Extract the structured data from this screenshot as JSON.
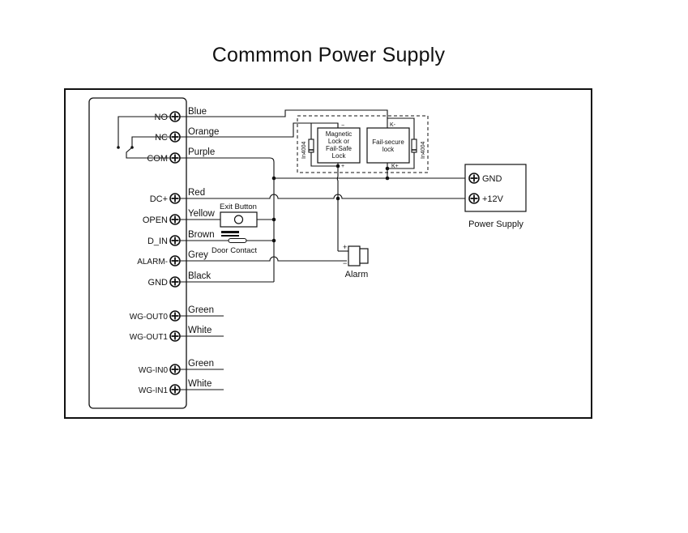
{
  "title": "Commmon Power Supply",
  "terminals": {
    "no": "NO",
    "nc": "NC",
    "com": "COM",
    "dc_plus": "DC+",
    "open": "OPEN",
    "d_in": "D_IN",
    "alarm_minus": "ALARM-",
    "gnd": "GND",
    "wg_out0": "WG-OUT0",
    "wg_out1": "WG-OUT1",
    "wg_in0": "WG-IN0",
    "wg_in1": "WG-IN1"
  },
  "wires": {
    "blue": "Blue",
    "orange": "Orange",
    "purple": "Purple",
    "red": "Red",
    "yellow": "Yellow",
    "brown": "Brown",
    "grey": "Grey",
    "black": "Black",
    "green0": "Green",
    "white1": "White",
    "green_in0": "Green",
    "white_in1": "White"
  },
  "components": {
    "exit_button": "Exit Button",
    "door_contact": "Door Contact",
    "alarm": "Alarm",
    "alarm_plus": "+",
    "alarm_minus": "−",
    "magnetic_lock_line1": "Magnetic",
    "magnetic_lock_line2": "Lock or",
    "magnetic_lock_line3": "Fail-Safe",
    "magnetic_lock_line4": "Lock",
    "failsecure_line1": "Fail-secure",
    "failsecure_line2": "lock",
    "diode_left": "In4004",
    "diode_right": "In4004",
    "mag_minus": "−",
    "mag_plus": "+",
    "fs_k_minus": "K-",
    "fs_k_plus": "K+"
  },
  "power_supply": {
    "label": "Power Supply",
    "gnd": "GND",
    "plus12v": "+12V"
  }
}
